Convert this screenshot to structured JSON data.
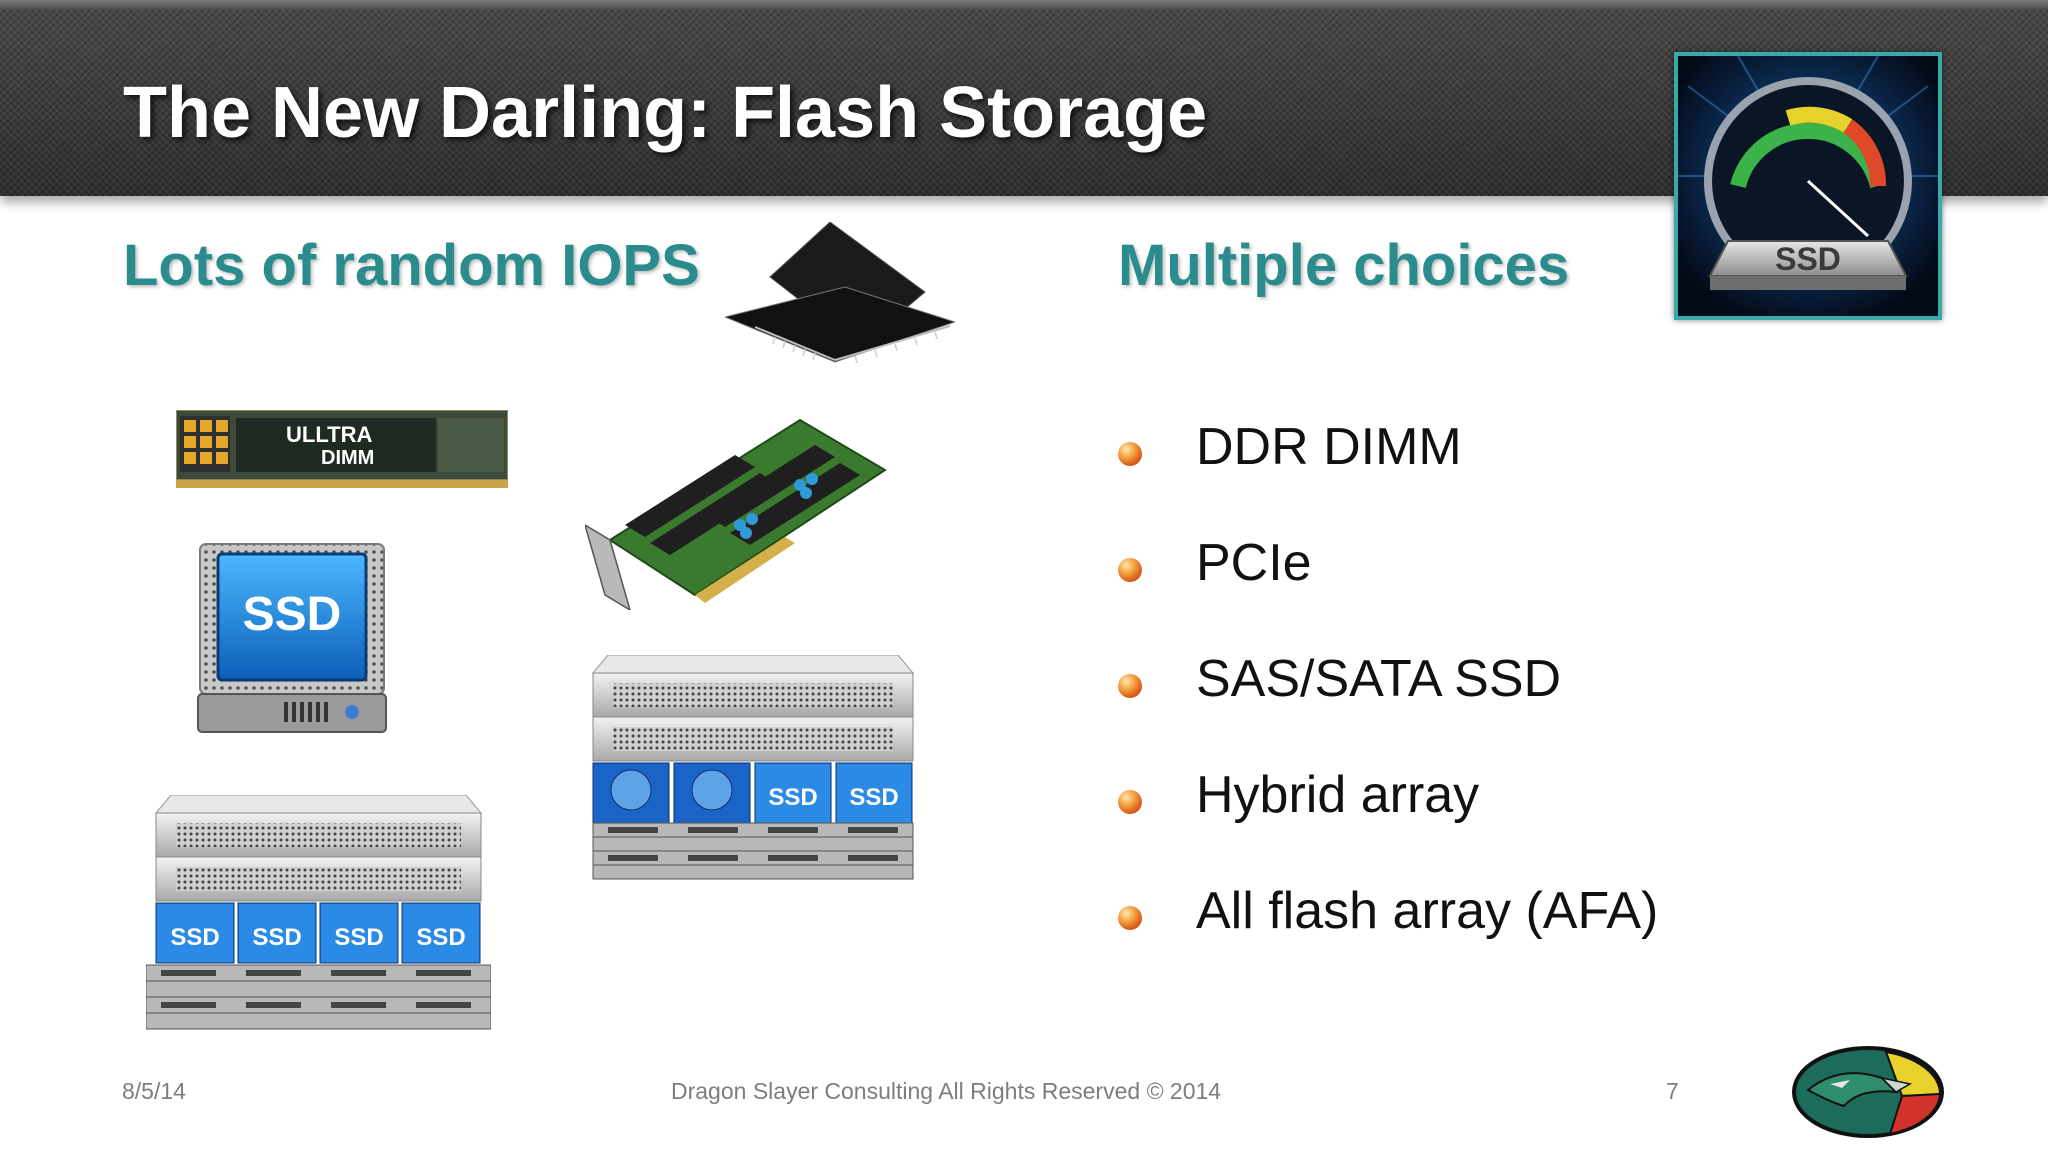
{
  "slide": {
    "title": "The New Darling: Flash Storage",
    "left_heading": "Lots of random IOPS",
    "right_heading": "Multiple choices",
    "bullets": [
      "DDR DIMM",
      "PCIe",
      "SAS/SATA SSD",
      "Hybrid array",
      "All flash array (AFA)"
    ]
  },
  "graphics": {
    "dimm_label_1": "ULLTRA",
    "dimm_label_2": "DIMM",
    "ssd_label": "SSD",
    "gauge_label": "SSD"
  },
  "footer": {
    "date": "8/5/14",
    "copyright": "Dragon Slayer Consulting All Rights Reserved © 2014",
    "page": "7"
  },
  "colors": {
    "heading_teal": "#2a8c8c",
    "title_bar": "#3a3a3a",
    "bullet_orange": "#e0661a"
  },
  "icons": [
    "speedometer-ssd-icon",
    "flash-chip-icon",
    "ultradimm-module-icon",
    "pcie-card-icon",
    "ssd-drive-icon",
    "hybrid-array-icon",
    "all-flash-array-icon",
    "dragon-logo-icon"
  ]
}
